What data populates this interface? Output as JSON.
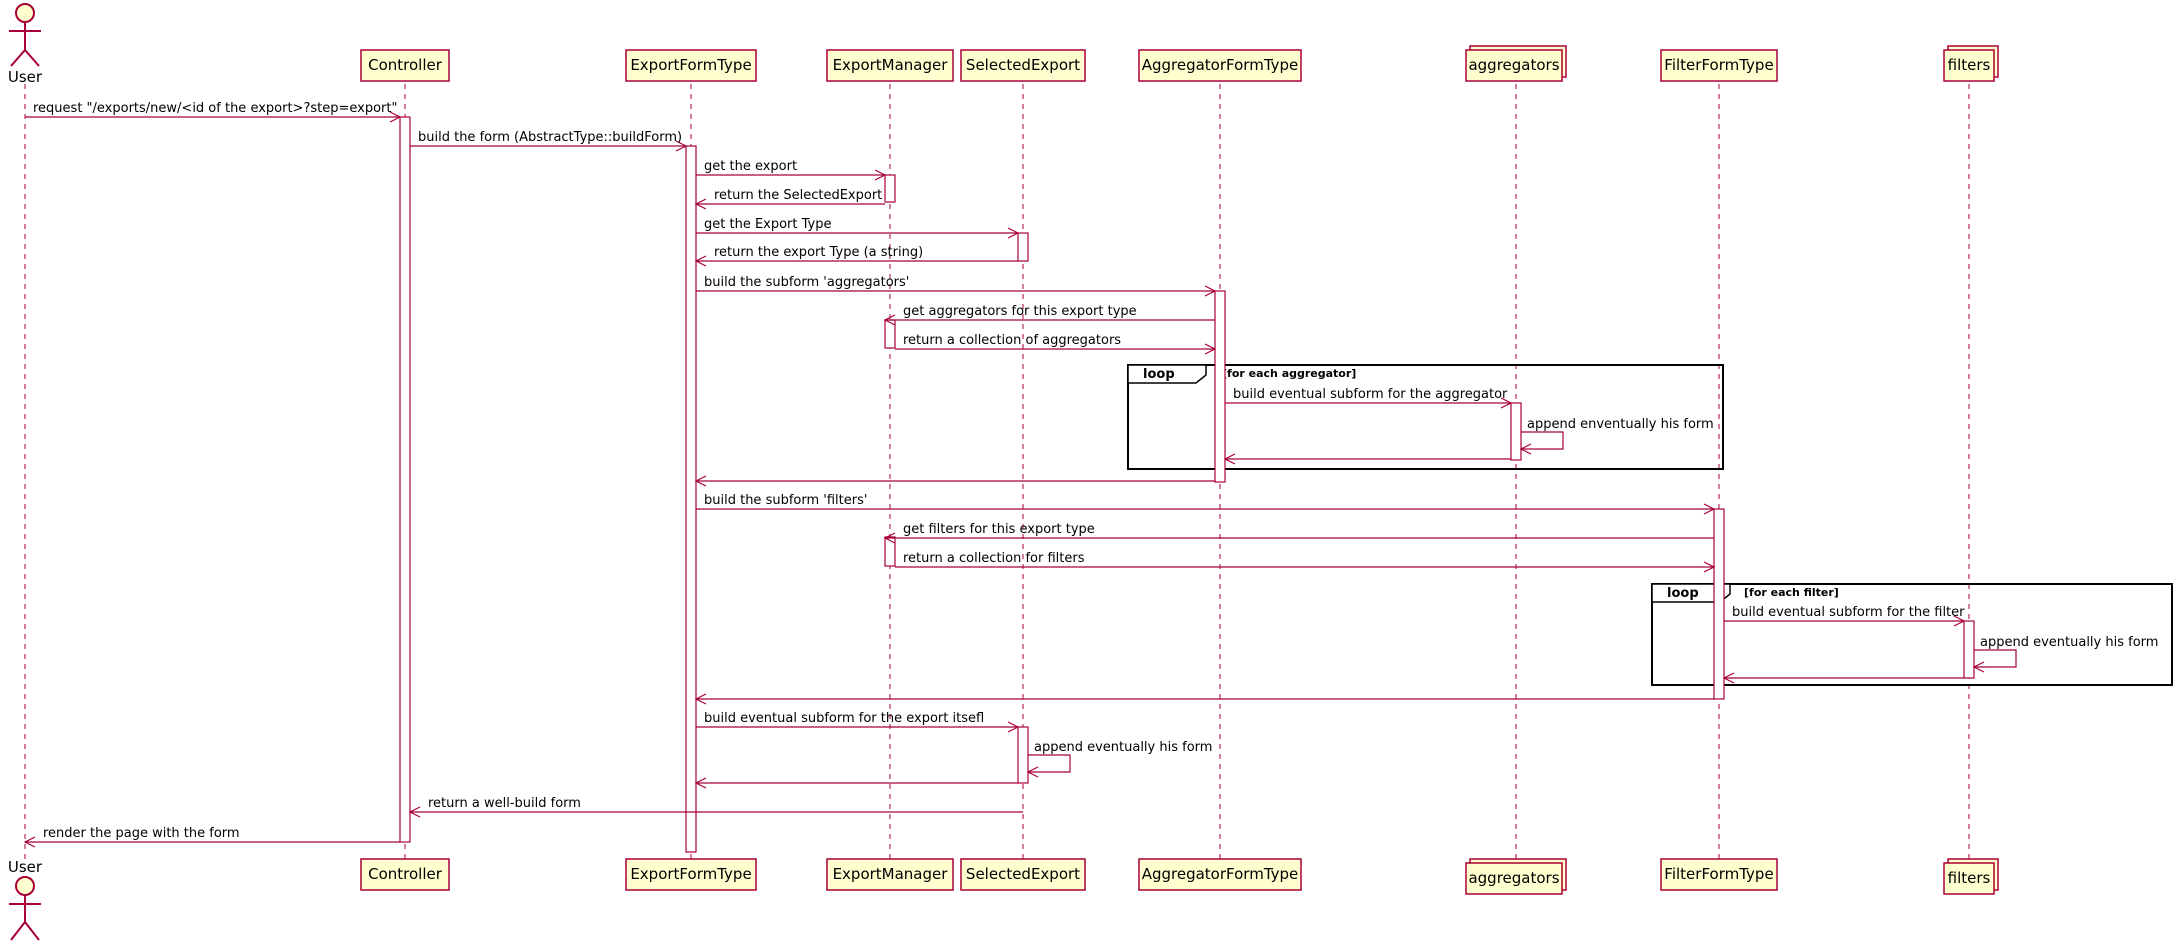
{
  "colors": {
    "line": "#a80036",
    "participant_fill": "#fefece",
    "activation_fill": "#ffffff",
    "frame": "#000000"
  },
  "actor": {
    "label": "User",
    "icon": "stick-figure-icon"
  },
  "participants": [
    {
      "id": "controller",
      "label": "Controller"
    },
    {
      "id": "exportformtype",
      "label": "ExportFormType"
    },
    {
      "id": "exportmanager",
      "label": "ExportManager"
    },
    {
      "id": "selectedexport",
      "label": "SelectedExport"
    },
    {
      "id": "aggregatorformtype",
      "label": "AggregatorFormType"
    },
    {
      "id": "aggregators",
      "label": "aggregators",
      "kind": "collection"
    },
    {
      "id": "filterformtype",
      "label": "FilterFormType"
    },
    {
      "id": "filters",
      "label": "filters",
      "kind": "collection"
    }
  ],
  "messages": [
    {
      "from": "user",
      "to": "controller",
      "label": "request \"/exports/new/<id of the export>?step=export\""
    },
    {
      "from": "controller",
      "to": "exportformtype",
      "label": "build the form (AbstractType::buildForm)"
    },
    {
      "from": "exportformtype",
      "to": "exportmanager",
      "label": "get the export"
    },
    {
      "from": "exportmanager",
      "to": "exportformtype",
      "label": "return the SelectedExport"
    },
    {
      "from": "exportformtype",
      "to": "selectedexport",
      "label": "get the Export Type"
    },
    {
      "from": "selectedexport",
      "to": "exportformtype",
      "label": "return the export Type (a string)"
    },
    {
      "from": "exportformtype",
      "to": "aggregatorformtype",
      "label": "build the subform 'aggregators'"
    },
    {
      "from": "aggregatorformtype",
      "to": "exportmanager",
      "label": "get aggregators for this export type"
    },
    {
      "from": "exportmanager",
      "to": "aggregatorformtype",
      "label": "return a collection of aggregators"
    },
    {
      "from": "aggregatorformtype",
      "to": "aggregators",
      "label": "build eventual subform for the aggregator"
    },
    {
      "from": "aggregators",
      "to": "aggregators",
      "label": "append enventually his form"
    },
    {
      "from": "aggregators",
      "to": "aggregatorformtype",
      "label": ""
    },
    {
      "from": "aggregatorformtype",
      "to": "exportformtype",
      "label": ""
    },
    {
      "from": "exportformtype",
      "to": "filterformtype",
      "label": "build the subform 'filters'"
    },
    {
      "from": "filterformtype",
      "to": "exportmanager",
      "label": "get filters for this export type"
    },
    {
      "from": "exportmanager",
      "to": "filterformtype",
      "label": "return a collection for filters"
    },
    {
      "from": "filterformtype",
      "to": "filters",
      "label": "build eventual subform for the filter"
    },
    {
      "from": "filters",
      "to": "filters",
      "label": "append eventually his form"
    },
    {
      "from": "filters",
      "to": "filterformtype",
      "label": ""
    },
    {
      "from": "filterformtype",
      "to": "exportformtype",
      "label": ""
    },
    {
      "from": "exportformtype",
      "to": "selectedexport",
      "label": "build eventual subform for the export itsefl"
    },
    {
      "from": "selectedexport",
      "to": "selectedexport",
      "label": "append eventually his form"
    },
    {
      "from": "selectedexport",
      "to": "exportformtype",
      "label": ""
    },
    {
      "from": "selectedexport",
      "to": "controller",
      "label": "return a well-build form"
    },
    {
      "from": "controller",
      "to": "user",
      "label": "render the page with the form"
    }
  ],
  "loops": [
    {
      "keyword": "loop",
      "condition": "[for each aggregator]"
    },
    {
      "keyword": "loop",
      "condition": "[for each filter]"
    }
  ]
}
